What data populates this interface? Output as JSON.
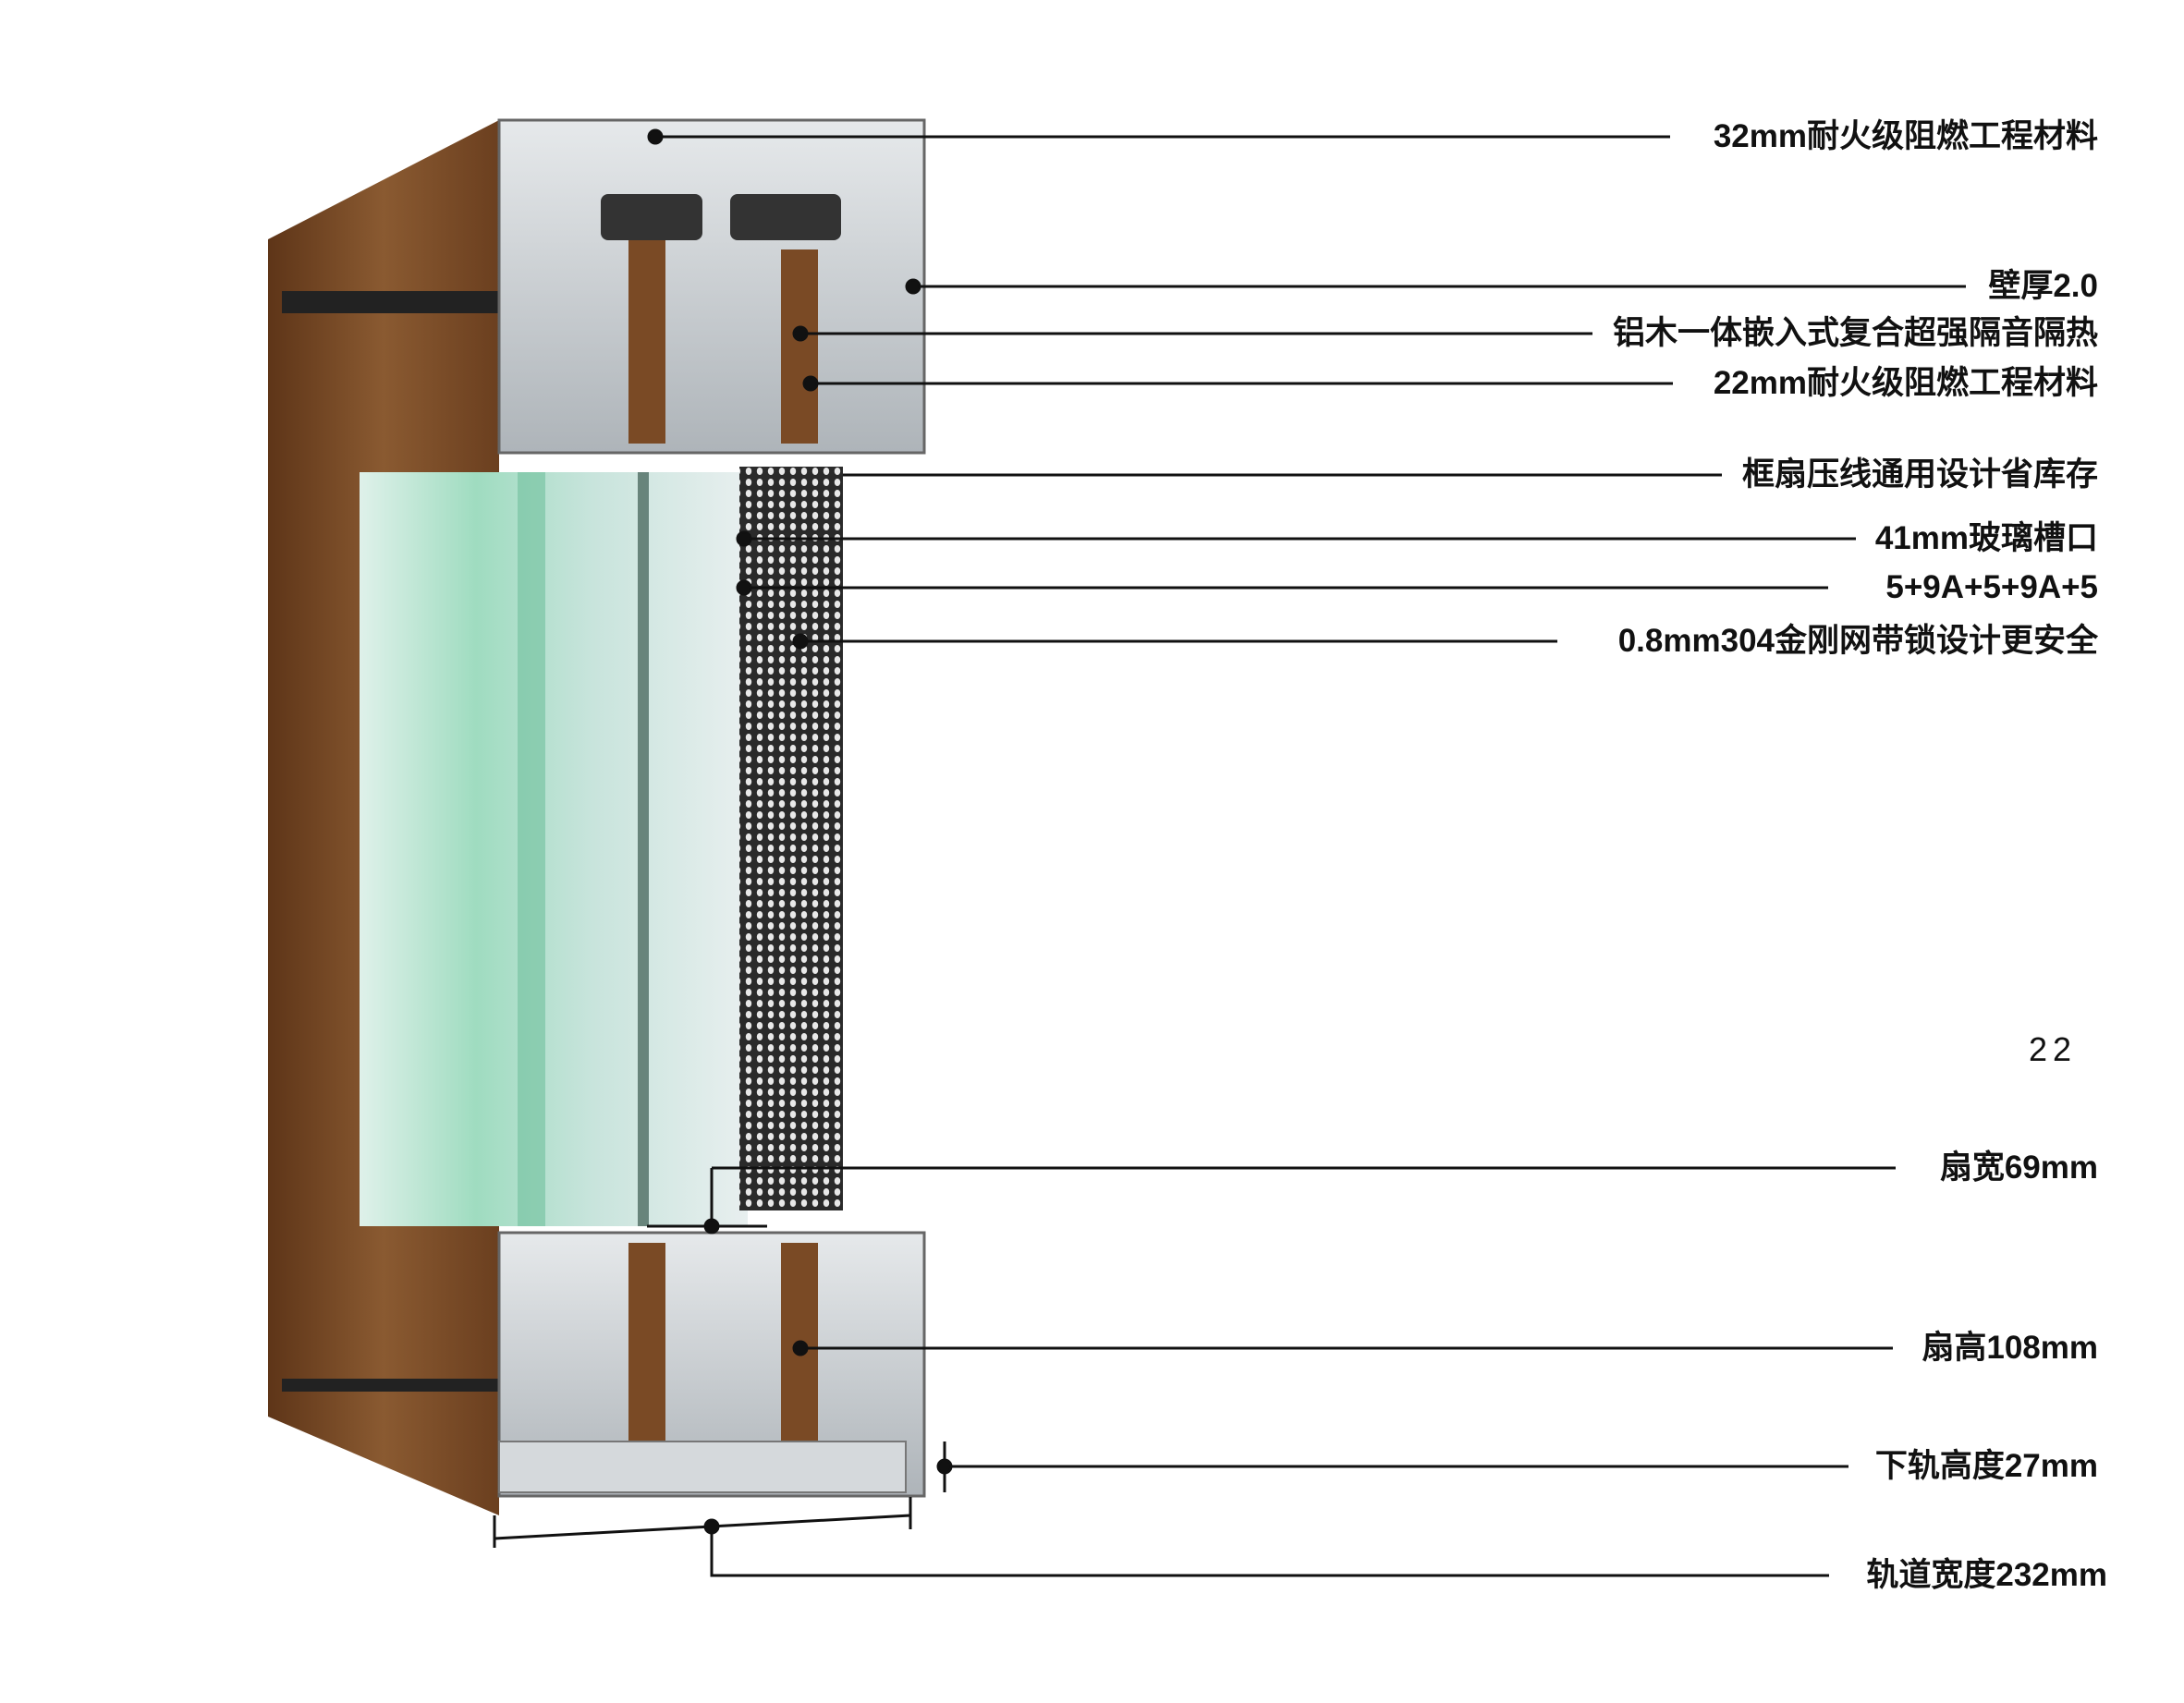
{
  "callouts": [
    {
      "text": "32mm耐火级阻燃工程材料"
    },
    {
      "text": "壁厚2.0"
    },
    {
      "text": "铝木一体嵌入式复合超强隔音隔热"
    },
    {
      "text": "22mm耐火级阻燃工程材料"
    },
    {
      "text": "框扇压线通用设计省库存"
    },
    {
      "text": "41mm玻璃槽口"
    },
    {
      "text": "5+9A+5+9A+5"
    },
    {
      "text": "0.8mm304金刚网带锁设计更安全"
    },
    {
      "text": "扇宽69mm"
    },
    {
      "text": "扇高108mm"
    },
    {
      "text": "下轨高度27mm"
    },
    {
      "text": "轨道宽度232mm"
    }
  ],
  "marker": "22",
  "colors": {
    "wood": "#7a4a25",
    "aluminum": "#c9ced2",
    "glass": "#a8dcc6",
    "line": "#111111"
  }
}
